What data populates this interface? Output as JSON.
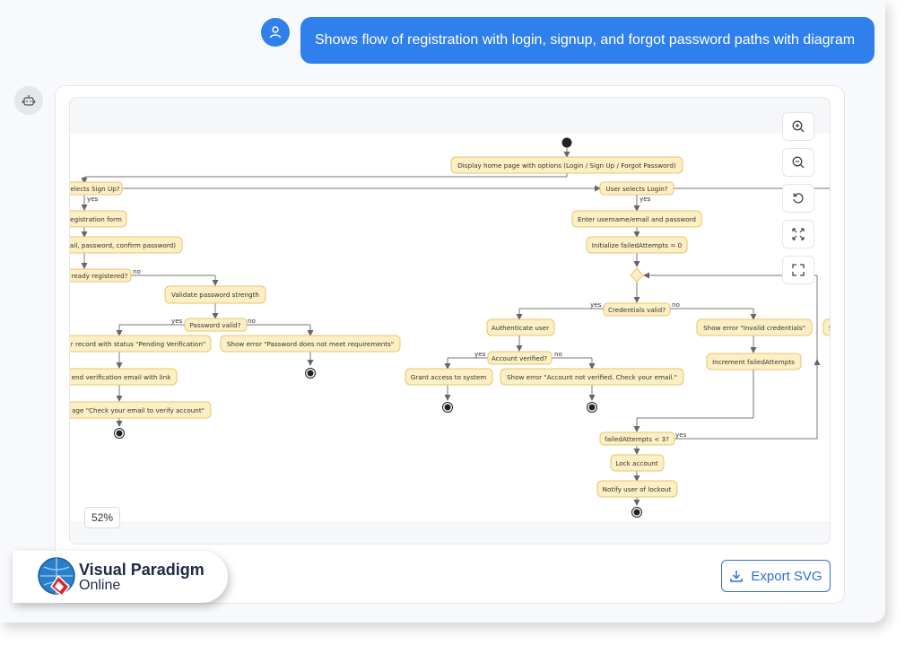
{
  "chat": {
    "user_message": "Shows flow of registration with login, signup, and forgot password paths with diagram"
  },
  "diagram": {
    "nodes": {
      "home": "Display home page with options (Login / Sign Up / Forgot Password)",
      "signup_q": "elects Sign Up?",
      "reg_form": "egistration form",
      "fields": "ail, password, confirm password)",
      "already_reg": "ready registered?",
      "validate": "Validate password strength",
      "pw_valid": "Password valid?",
      "record": "r record with status \"Pending Verification\"",
      "err_pw": "Show error \"Password does not meet requirements\"",
      "send_email": "end verification email with link",
      "msg_verify": "age \"Check your email to verify account\"",
      "login_q": "User selects Login?",
      "enter_creds": "Enter username/email and password",
      "init_attempts": "Initialize failedAttempts = 0",
      "creds_valid": "Credentials valid?",
      "authenticate": "Authenticate user",
      "err_creds": "Show error \"Invalid credentials\"",
      "acct_verified": "Account verified?",
      "increment": "Increment failedAttempts",
      "grant": "Grant access to system",
      "err_verify": "Show error \"Account not verified. Check your email.\"",
      "failed_lt3": "failedAttempts < 3?",
      "lock": "Lock account",
      "notify": "Notify user of lockout",
      "partial_s": "S"
    },
    "edge_labels": {
      "yes": "yes",
      "no": "no"
    }
  },
  "toolbar": {
    "zoom_in": "zoom-in-icon",
    "zoom_out": "zoom-out-icon",
    "reset": "reset-icon",
    "fit": "fit-icon",
    "fullscreen": "fullscreen-icon"
  },
  "zoom_level": "52%",
  "export_label": "Export SVG",
  "brand": {
    "name": "Visual Paradigm",
    "sub": "Online"
  },
  "colors": {
    "accent": "#2f80ed",
    "node_fill": "#fdefc4",
    "node_stroke": "#e8c66f"
  }
}
